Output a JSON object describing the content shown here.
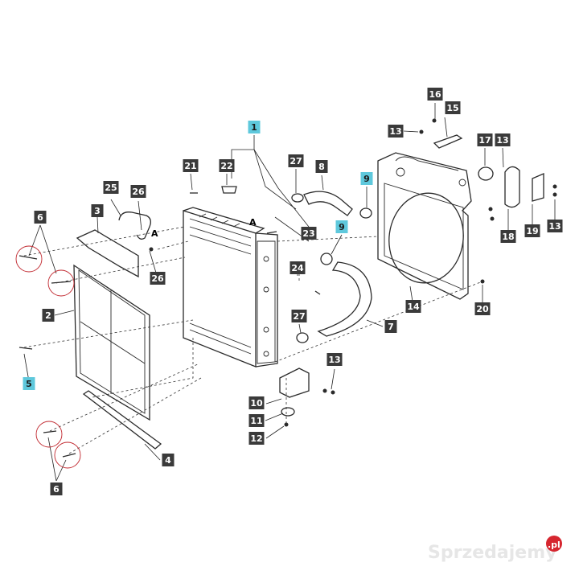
{
  "colors": {
    "callout_dark": "#3a3a3a",
    "callout_highlight": "#5ec8dc",
    "callout_text_dark": "#ffffff",
    "callout_text_highlight": "#1a1a1a",
    "highlight_circle": "#c0262d",
    "watermark_logo": "#d6262f"
  },
  "callouts": [
    {
      "id": "c16a",
      "text": "16",
      "style": "dark"
    },
    {
      "id": "c15",
      "text": "15",
      "style": "dark"
    },
    {
      "id": "c13a",
      "text": "13",
      "style": "dark"
    },
    {
      "id": "c1",
      "text": "1",
      "style": "highlight"
    },
    {
      "id": "c17",
      "text": "17",
      "style": "dark"
    },
    {
      "id": "c13b",
      "text": "13",
      "style": "dark"
    },
    {
      "id": "c21",
      "text": "21",
      "style": "dark"
    },
    {
      "id": "c22",
      "text": "22",
      "style": "dark"
    },
    {
      "id": "c27a",
      "text": "27",
      "style": "dark"
    },
    {
      "id": "c8",
      "text": "8",
      "style": "dark"
    },
    {
      "id": "c9a",
      "text": "9",
      "style": "highlight"
    },
    {
      "id": "c25",
      "text": "25",
      "style": "dark"
    },
    {
      "id": "c26a",
      "text": "26",
      "style": "dark"
    },
    {
      "id": "c3",
      "text": "3",
      "style": "dark"
    },
    {
      "id": "c6a",
      "text": "6",
      "style": "dark"
    },
    {
      "id": "c9b",
      "text": "9",
      "style": "highlight"
    },
    {
      "id": "c23",
      "text": "23",
      "style": "dark"
    },
    {
      "id": "c18",
      "text": "18",
      "style": "dark"
    },
    {
      "id": "c19",
      "text": "19",
      "style": "dark"
    },
    {
      "id": "c13c",
      "text": "13",
      "style": "dark"
    },
    {
      "id": "c24",
      "text": "24",
      "style": "dark"
    },
    {
      "id": "c26b",
      "text": "26",
      "style": "dark"
    },
    {
      "id": "c14",
      "text": "14",
      "style": "dark"
    },
    {
      "id": "c20",
      "text": "20",
      "style": "dark"
    },
    {
      "id": "c2",
      "text": "2",
      "style": "dark"
    },
    {
      "id": "c27b",
      "text": "27",
      "style": "dark"
    },
    {
      "id": "c7",
      "text": "7",
      "style": "dark"
    },
    {
      "id": "c13d",
      "text": "13",
      "style": "dark"
    },
    {
      "id": "c5",
      "text": "5",
      "style": "highlight"
    },
    {
      "id": "c10",
      "text": "10",
      "style": "dark"
    },
    {
      "id": "c11",
      "text": "11",
      "style": "dark"
    },
    {
      "id": "c12",
      "text": "12",
      "style": "dark"
    },
    {
      "id": "c4",
      "text": "4",
      "style": "dark"
    },
    {
      "id": "c6b",
      "text": "6",
      "style": "dark"
    }
  ],
  "marker_a": "A",
  "watermark": {
    "text": "Sprzedajemy",
    "logo_text": ".pl"
  }
}
